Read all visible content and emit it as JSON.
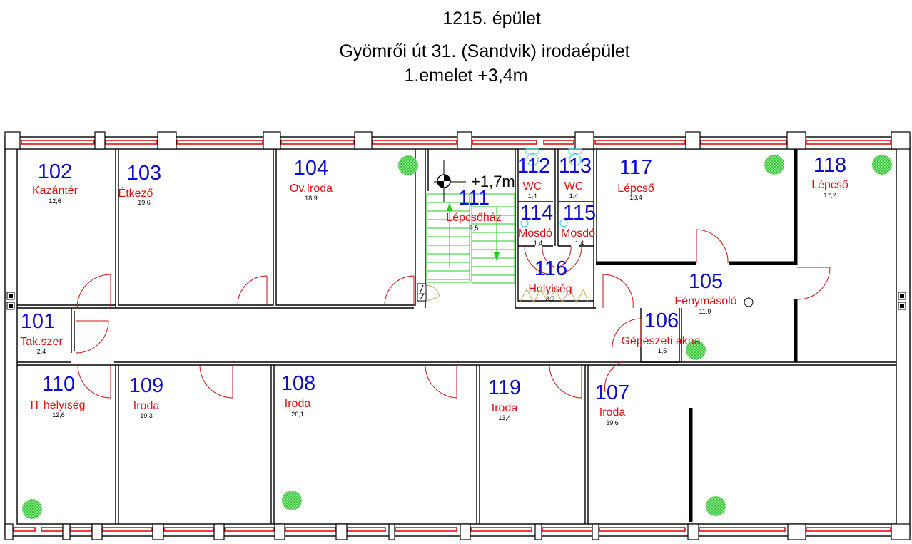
{
  "header": {
    "building": "1215. épület",
    "address": "Gyömrői út 31. (Sandvik) irodaépület",
    "floor": "1.emelet +3,4m"
  },
  "elevation_mark": "+1,7m",
  "colors": {
    "room_number": "#0a0ad0",
    "room_name": "#e01010",
    "window": "#e00000",
    "stairs": "#22cc22",
    "plant": "#33cc33"
  },
  "rooms": [
    {
      "number": "102",
      "name": "Kazántér",
      "area": "12,6"
    },
    {
      "number": "103",
      "name": "Étkező",
      "area": "19,6"
    },
    {
      "number": "104",
      "name": "Ov.Iroda",
      "area": "18,9"
    },
    {
      "number": "111",
      "name": "Lépcsőház",
      "area": "9,5"
    },
    {
      "number": "112",
      "name": "WC",
      "area": "1,4"
    },
    {
      "number": "113",
      "name": "WC",
      "area": "1,4"
    },
    {
      "number": "114",
      "name": "Mosdó",
      "area": "1,4"
    },
    {
      "number": "115",
      "name": "Mosdó",
      "area": "1,4"
    },
    {
      "number": "116",
      "name": "Helyiség",
      "area": "3,2"
    },
    {
      "number": "117",
      "name": "Lépcső",
      "area": "18,4"
    },
    {
      "number": "118",
      "name": "Lépcső",
      "area": "17,2"
    },
    {
      "number": "105",
      "name": "Fénymásoló",
      "area": "11,9"
    },
    {
      "number": "106",
      "name": "Gépészeti akna",
      "area": "1,5"
    },
    {
      "number": "101",
      "name": "Tak.szer",
      "area": "2,4"
    },
    {
      "number": "110",
      "name": "IT helyiség",
      "area": "12,6"
    },
    {
      "number": "109",
      "name": "Iroda",
      "area": "19,3"
    },
    {
      "number": "108",
      "name": "Iroda",
      "area": "26,1"
    },
    {
      "number": "119",
      "name": "Iroda",
      "area": "13,4"
    },
    {
      "number": "107",
      "name": "Iroda",
      "area": "39,6"
    }
  ]
}
